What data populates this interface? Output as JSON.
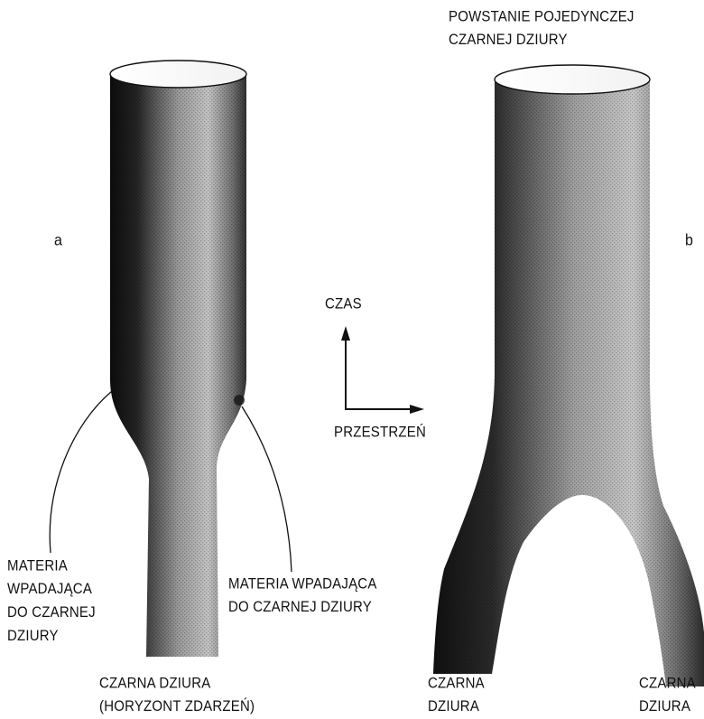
{
  "panels": [
    {
      "letter": "a",
      "labels": {
        "matter_left": [
          "MATERIA",
          "WPADAJĄCA",
          "DO CZARNEJ",
          "DZIURY"
        ],
        "matter_right": [
          "MATERIA WPADAJĄCA",
          "DO CZARNEJ DZIURY"
        ],
        "black_hole": [
          "CZARNA DZIURA",
          "(HORYZONT ZDARZEŃ)"
        ]
      }
    },
    {
      "letter": "b",
      "labels": {
        "formation": [
          "POWSTANIE POJEDYNCZEJ",
          "CZARNEJ DZIURY"
        ],
        "black_hole_left": [
          "CZARNA",
          "DZIURA"
        ],
        "black_hole_right": [
          "CZARNA",
          "DZIURA"
        ]
      }
    }
  ],
  "axes": {
    "time": "CZAS",
    "space": "PRZESTRZEŃ"
  }
}
